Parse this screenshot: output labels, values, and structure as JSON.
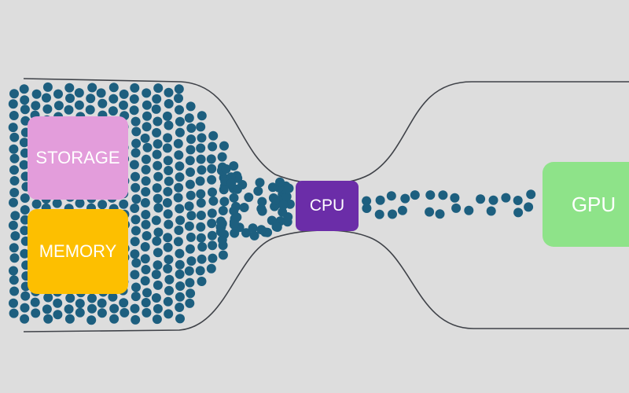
{
  "colors": {
    "background": "#dddddd",
    "pipe_outline": "#3f4248",
    "particle": "#1d5f7f",
    "storage": "#e39ddb",
    "memory": "#fdbf00",
    "cpu": "#6b2da8",
    "gpu": "#8ee389"
  },
  "components": {
    "storage": {
      "label": "STORAGE"
    },
    "memory": {
      "label": "MEMORY"
    },
    "cpu": {
      "label": "CPU"
    },
    "gpu": {
      "label": "GPU"
    }
  }
}
